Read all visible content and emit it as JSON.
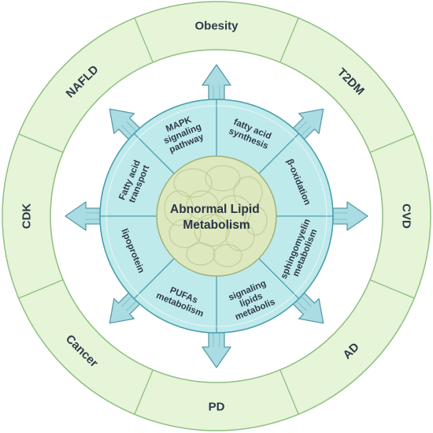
{
  "diagram": {
    "center": {
      "lines": [
        "Abnormal Lipid",
        "Metabolism"
      ]
    },
    "pathways": [
      {
        "lines": [
          "MAPK",
          "signaling",
          "pathway"
        ]
      },
      {
        "lines": [
          "fatty acid",
          "synthesis"
        ]
      },
      {
        "lines": [
          "β-oxidation"
        ]
      },
      {
        "lines": [
          "sphingomyelin",
          "metabolism"
        ]
      },
      {
        "lines": [
          "signaling",
          "lipids",
          "metabolis"
        ]
      },
      {
        "lines": [
          "PUFAs",
          "metabolism"
        ]
      },
      {
        "lines": [
          "lipoprotein"
        ]
      },
      {
        "lines": [
          "Fatty acid",
          "transport"
        ]
      }
    ],
    "diseases": [
      {
        "label": "Obesity"
      },
      {
        "label": "T2DM"
      },
      {
        "label": "CVD"
      },
      {
        "label": "AD"
      },
      {
        "label": "PD"
      },
      {
        "label": "Cancer"
      },
      {
        "label": "CDK"
      },
      {
        "label": "NAFLD"
      }
    ],
    "colors": {
      "outer_ring_fill": "#e6f4d8",
      "outer_ring_stroke": "#8fbf82",
      "inner_ring_fill": "#bfeaec",
      "inner_ring_stroke": "#4a9fad",
      "arrow_fill": "#a9dde3",
      "arrow_stroke": "#5a9aa6",
      "center_fill": "#dde8bf",
      "center_stroke": "#9fb27a",
      "cell_stroke": "#c2cf9a",
      "text": "#2f3a4a"
    }
  }
}
